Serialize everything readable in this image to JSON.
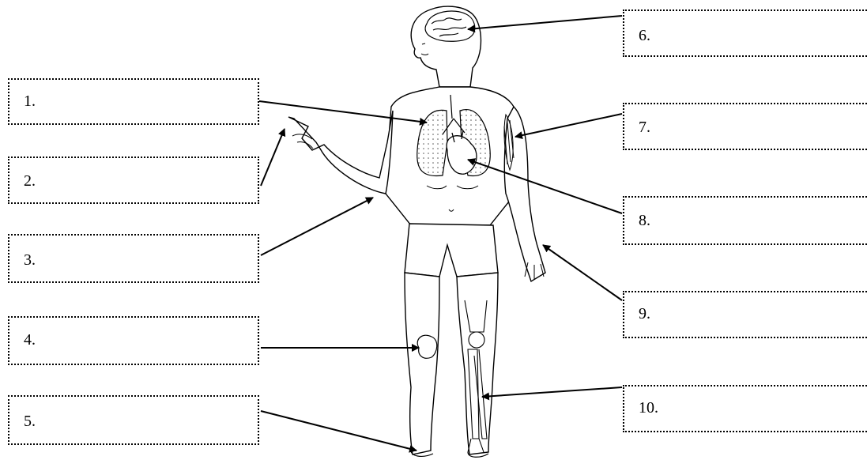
{
  "labels": {
    "l1": "1.",
    "l2": "2.",
    "l3": "3.",
    "l4": "4.",
    "l5": "5.",
    "l6": "6.",
    "l7": "7.",
    "l8": "8.",
    "l9": "9.",
    "l10": "10."
  },
  "colors": {
    "line": "#000000",
    "lung_fill": "#f2f2f2",
    "skin": "#ffffff"
  }
}
